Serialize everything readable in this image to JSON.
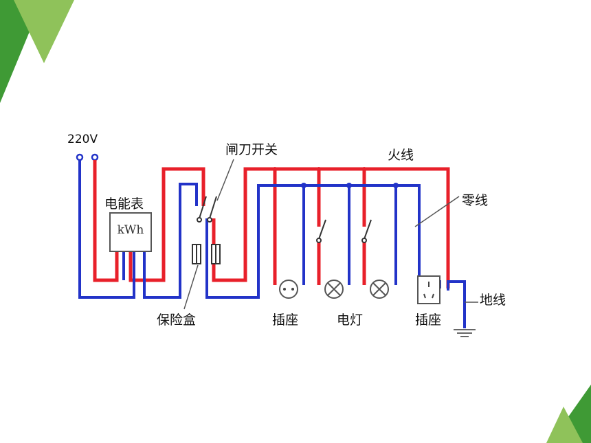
{
  "diagram": {
    "labels": {
      "supply": "220V",
      "meter": "电能表",
      "meter_unit": "kWh",
      "knife_switch": "闸刀开关",
      "live_wire": "火线",
      "neutral_wire": "零线",
      "ground_wire": "地线",
      "fuse_box": "保险盒",
      "socket_left": "插座",
      "lamps": "电灯",
      "socket_right": "插座"
    },
    "colors": {
      "live": "#e8202a",
      "neutral": "#2233c8",
      "ground": "#2233c8",
      "leader": "#555555",
      "decor_dark": "#3f9a35",
      "decor_light": "#8fc25a"
    }
  }
}
